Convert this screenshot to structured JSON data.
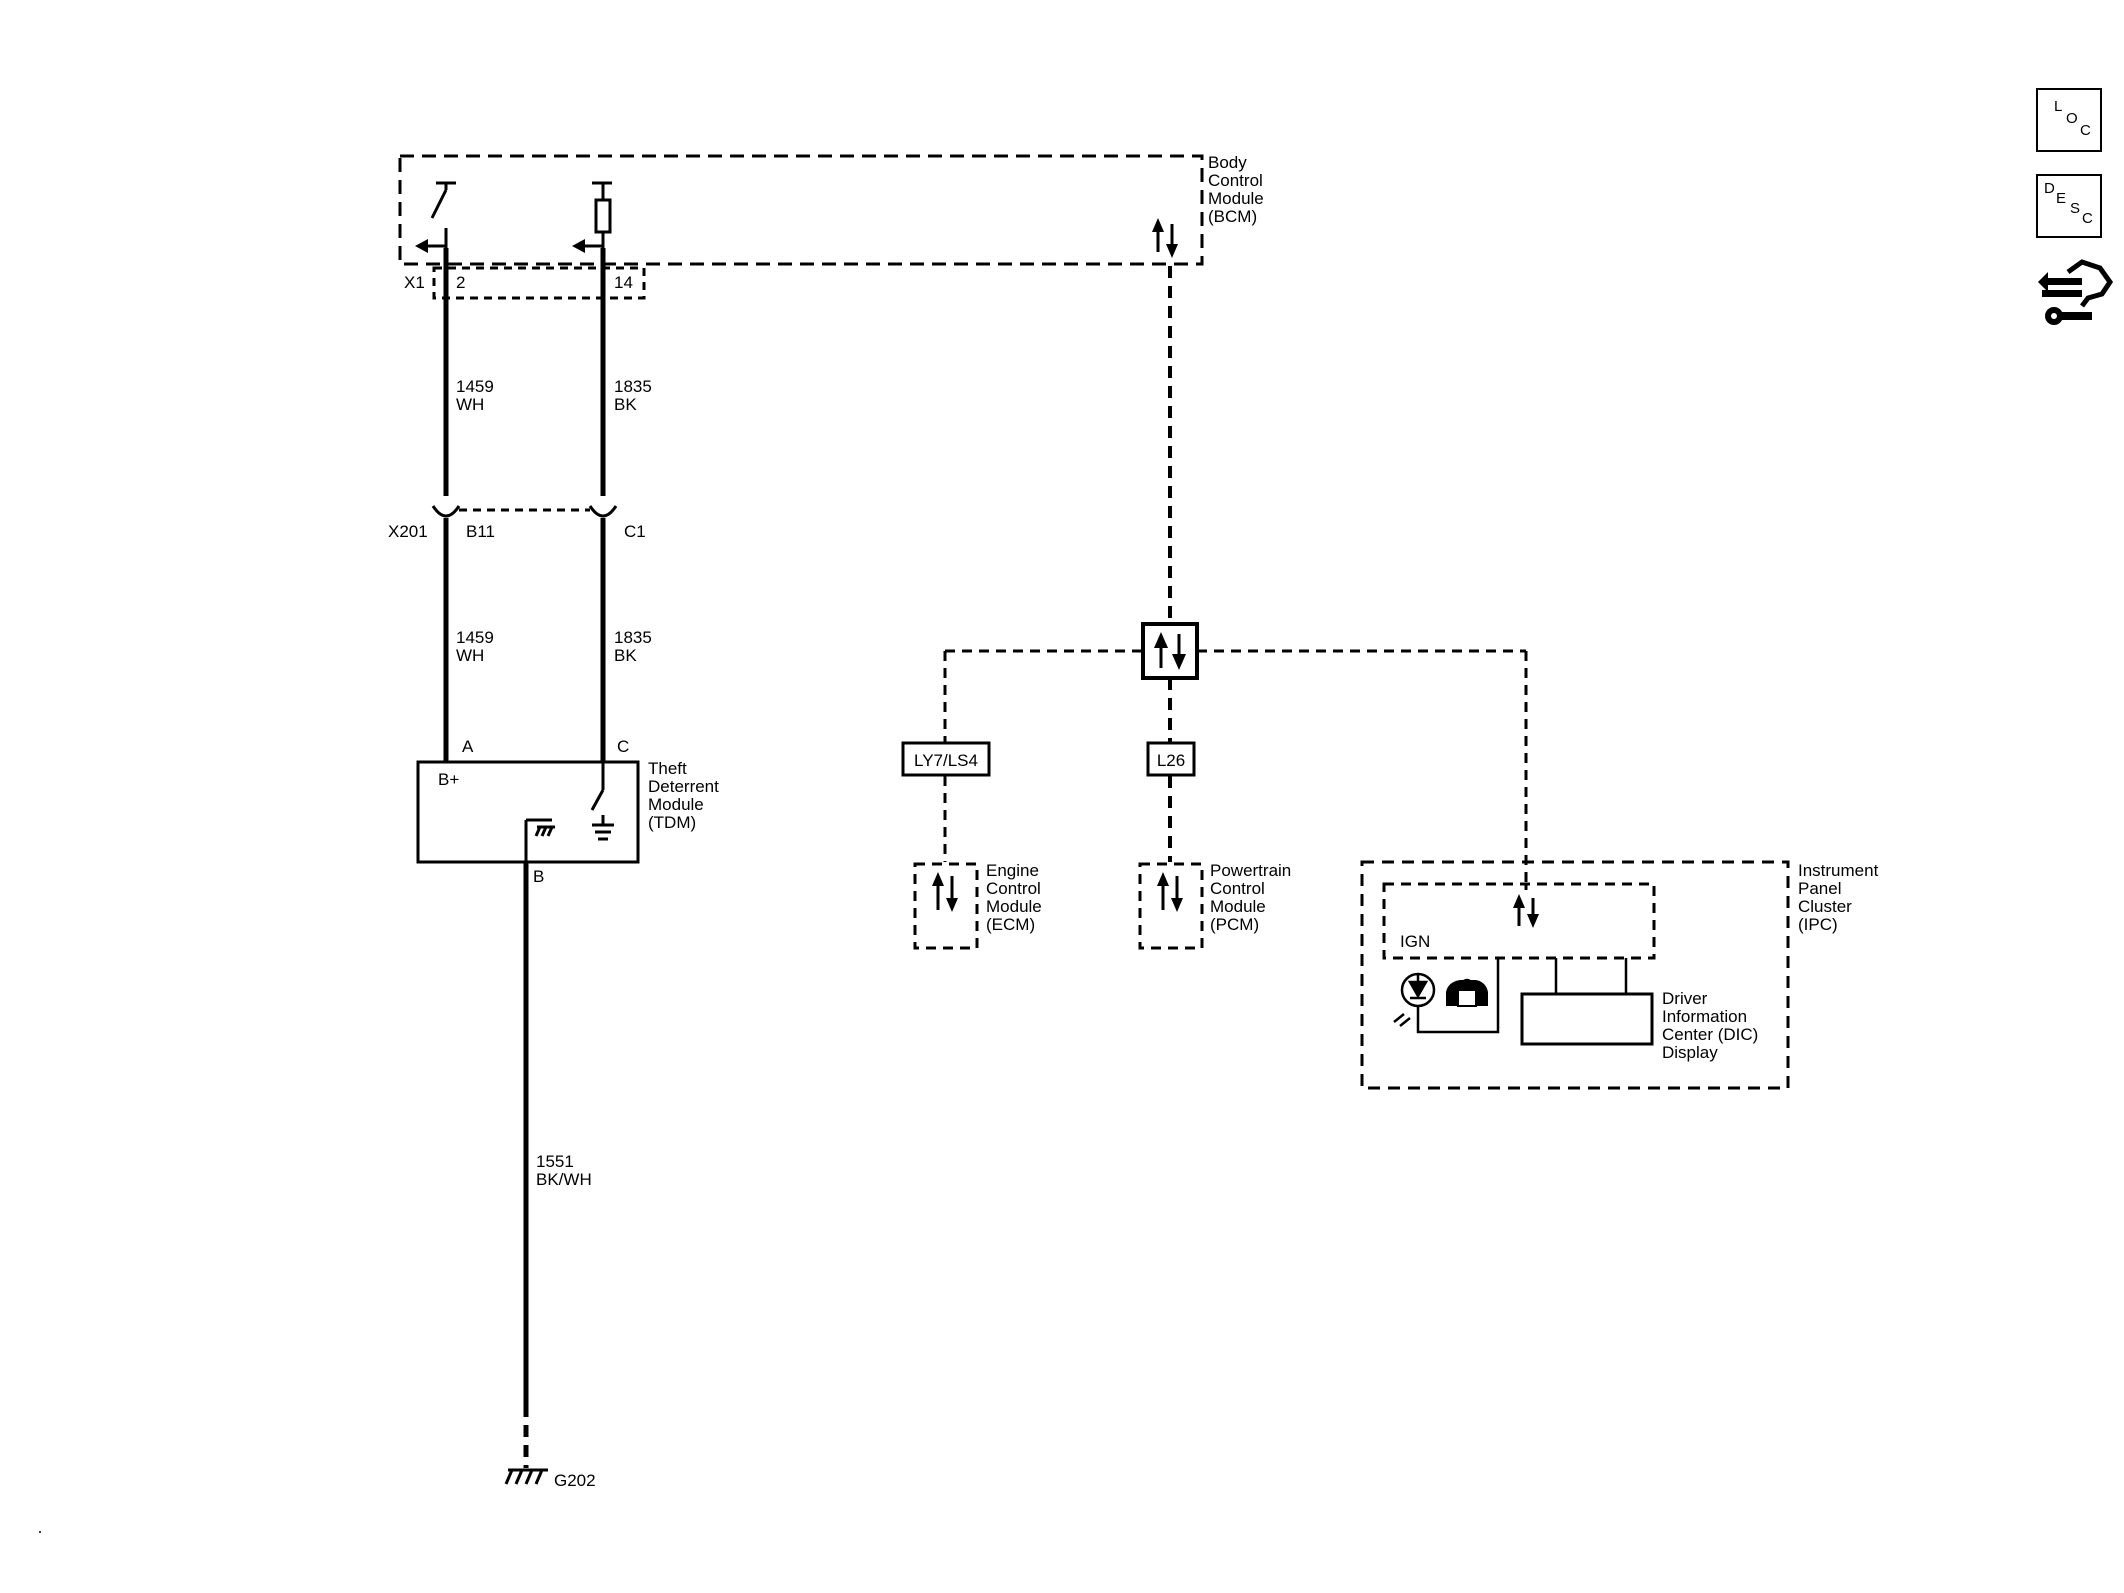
{
  "modules": {
    "bcm": [
      "Body",
      "Control",
      "Module",
      "(BCM)"
    ],
    "tdm": [
      "Theft",
      "Deterrent",
      "Module",
      "(TDM)"
    ],
    "ecm": [
      "Engine",
      "Control",
      "Module",
      "(ECM)"
    ],
    "pcm": [
      "Powertrain",
      "Control",
      "Module",
      "(PCM)"
    ],
    "ipc": [
      "Instrument",
      "Panel",
      "Cluster",
      "(IPC)"
    ],
    "dic": [
      "Driver",
      "Information",
      "Center (DIC)",
      "Display"
    ]
  },
  "connectors": {
    "bcm_connector": "X1",
    "bcm_pin_1": "2",
    "bcm_pin_2": "14",
    "inline_connector": "X201",
    "inline_pin_1": "B11",
    "inline_pin_2": "C1",
    "tdm_pin_a": "A",
    "tdm_pin_c": "C",
    "tdm_pin_b": "B",
    "tdm_bplus": "B+"
  },
  "wires": {
    "w1_upper": [
      "1459",
      "WH"
    ],
    "w2_upper": [
      "1835",
      "BK"
    ],
    "w1_lower": [
      "1459",
      "WH"
    ],
    "w2_lower": [
      "1835",
      "BK"
    ],
    "ground_wire": [
      "1551",
      "BK/WH"
    ]
  },
  "options": {
    "ecm_option": "LY7/LS4",
    "pcm_option": "L26"
  },
  "labels": {
    "ground": "G202",
    "ign": "IGN"
  },
  "nav_icons": {
    "loc": [
      "L",
      "O",
      "C"
    ],
    "desc": [
      "D",
      "E",
      "S",
      "C"
    ],
    "connector_icon": "connector-repair-icon"
  }
}
